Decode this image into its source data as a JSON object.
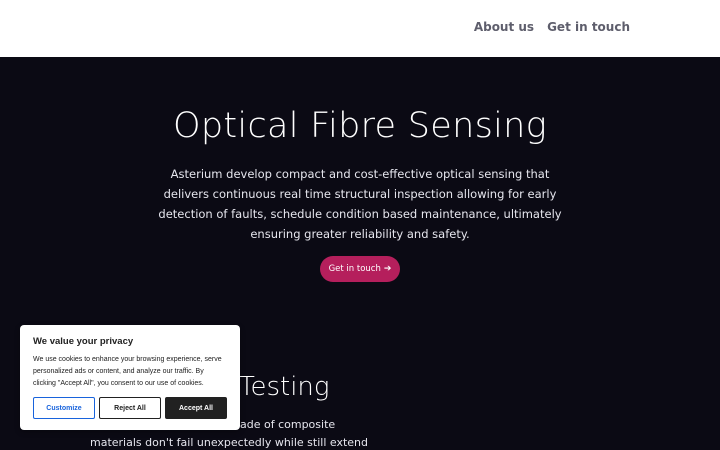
{
  "nav": {
    "items": [
      {
        "label": "About us"
      },
      {
        "label": "Get in touch"
      }
    ]
  },
  "hero": {
    "title": "Optical Fibre Sensing",
    "description": "Asterium develop compact and cost-effective optical sensing that delivers continuous real time structural inspection allowing for early detection of faults, schedule condition based maintenance, ultimately ensuring greater reliability and safety.",
    "cta_label": "Get in touch",
    "cta_icon": "arrow-right-icon"
  },
  "section2": {
    "title_visible": "Testing",
    "line1_visible": "ade of composite",
    "line2_visible": "materials don't fail unexpectedly while still extend"
  },
  "cookie_banner": {
    "title": "We value your privacy",
    "text": "We use cookies to enhance your browsing experience, serve personalized ads or content, and analyze our traffic. By clicking \"Accept All\", you consent to our use of cookies.",
    "customize_label": "Customize",
    "reject_label": "Reject All",
    "accept_label": "Accept All"
  },
  "colors": {
    "background": "#0b0a14",
    "accent": "#b51f5c",
    "header": "#ffffff",
    "nav_text": "#5e5e6c",
    "cookie_blue": "#1863dc"
  }
}
